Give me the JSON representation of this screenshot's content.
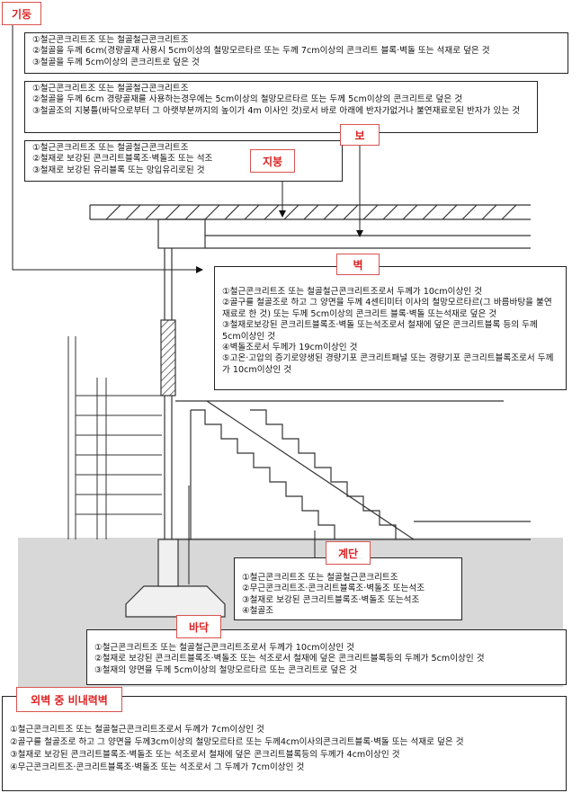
{
  "labels": {
    "column": "기둥",
    "beam": "보",
    "roof": "지붕",
    "wall": "벽",
    "stair": "계단",
    "floor": "바닥",
    "exterior": "외벽 중 비내력벽"
  },
  "column_specs": [
    "①철근콘크리트조 또는 철골철근콘크리트조",
    "②철골을 두께 6cm(경량골재 사용시 5cm이상의 철망모르타르 또는 두께 7cm이상의 콘크리트 블록·벽돌 또는 석재로 덮은 것",
    "③철골을 두께 5cm이상의 콘크리트로 덮은 것"
  ],
  "beam_specs": [
    "①철근콘크리트조 또는 철골철근콘크리트조",
    "②철골을 두께 6cm 경량골재를 사용하는경우에는 5cm이상의 철망모르타르 또는 두께 5cm이상의 콘크리트로 덮은 것",
    "③철골조의 지붕틀(바닥으로부터 그 아랫부분까지의 높이가 4m 이사인 것)로서 바로 아래에 반자가없거나 불연재료로된 반자가 있는 것"
  ],
  "roof_specs": [
    "①철근콘크리트조 또는 철골철근콘크리트조",
    "②철재로 보강된 콘크리트블록조·벽돌조 또는 석조",
    "③철재로 보강된 유리블록 또는 망입유리로된 것"
  ],
  "wall_specs": [
    "①철근콘크리트조 또는 철골철근콘크리트조로서 두께가 10cm이상인 것",
    "②골구를 철골조로 하고 그 양면을 두께 4센티미터 이사의 철망모르타르(그 바름바탕을 불연재료로 한 것) 또는 두께 5cm이상의 콘크리트 블록·벽돌 또는석재로 덮은 것",
    "③철재로보강된 콘크리트블록조·벽돌 또는석조로서 철재에 덮은 콘크리트블록 등의 두께 5cm이상인 것",
    "④벽돌조로서 두께가 19cm이상인 것",
    "⑤고온·고압의 증기로양생된 경량기포 콘크리트패널 또는 경량기포 콘크리트블록조로서 두께가 10cm이상인 것"
  ],
  "stair_specs": [
    "①철근콘크리트조 또는 철골철근콘크리트조",
    "②무근콘크리트조·콘크리트블록조·벽돌조 또는석조",
    "③철재로 보강된 콘크리트블록조·벽돌조 또는석조",
    "④철골조"
  ],
  "floor_specs": [
    "①철근콘크리트조 또는 철골철근콘크리트조로서 두께가 10cm이상인 것",
    "②철재로 보강된 콘크리트블록조·벽돌조 또는 석조로서 철재에 덮은 콘크리트블록등의 두께가 5cm이상인 것",
    "③철재의 양면을 두께 5cm이상의 철망모르타르 또는 콘크리트로 덮은 것"
  ],
  "exterior_specs": [
    "①철근콘크리트조 또는 철골철근콘크리트조로서 두께가 7cm이상인 것",
    "②골구를 철골조로 하고 그 양면을 두께3cm이상의 철망모르타르 또는 두께4cm이사의콘크리트블록·벽돌 또는 석재로 덮은 것",
    "③철재로 보강된 콘크리트블록조·벽돌조 또는 석조로서 철재에 덮은 콘크리트블록등의 두께가 4cm이상인 것",
    "④무근콘크리트조·콘크리트블록조·벽돌조 또는 석조로서 그 두께가 7cm이상인 것"
  ],
  "colors": {
    "accent": "#d9534f",
    "shade": "#d8d8d8"
  }
}
